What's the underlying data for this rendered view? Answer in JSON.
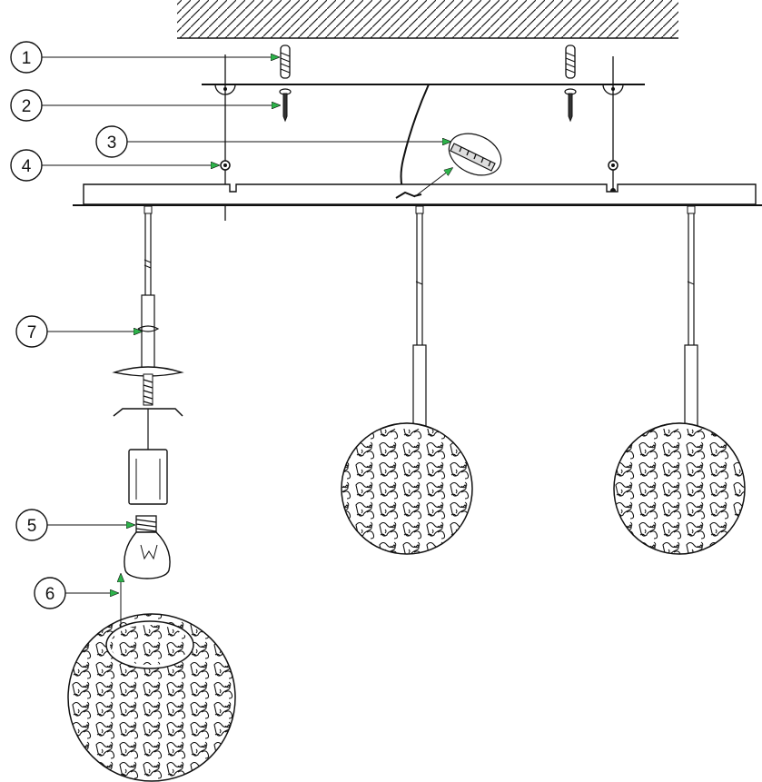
{
  "diagram": {
    "callouts": [
      {
        "number": "1",
        "part": "wall-plug"
      },
      {
        "number": "2",
        "part": "screw"
      },
      {
        "number": "3",
        "part": "terminal-block"
      },
      {
        "number": "4",
        "part": "fixing-nut"
      },
      {
        "number": "5",
        "part": "light-bulb"
      },
      {
        "number": "6",
        "part": "glass-shade"
      },
      {
        "number": "7",
        "part": "height-adjuster"
      }
    ],
    "colors": {
      "line": "#111111",
      "arrow": "#2db34a",
      "hatch": "#222222",
      "background": "#ffffff"
    }
  }
}
